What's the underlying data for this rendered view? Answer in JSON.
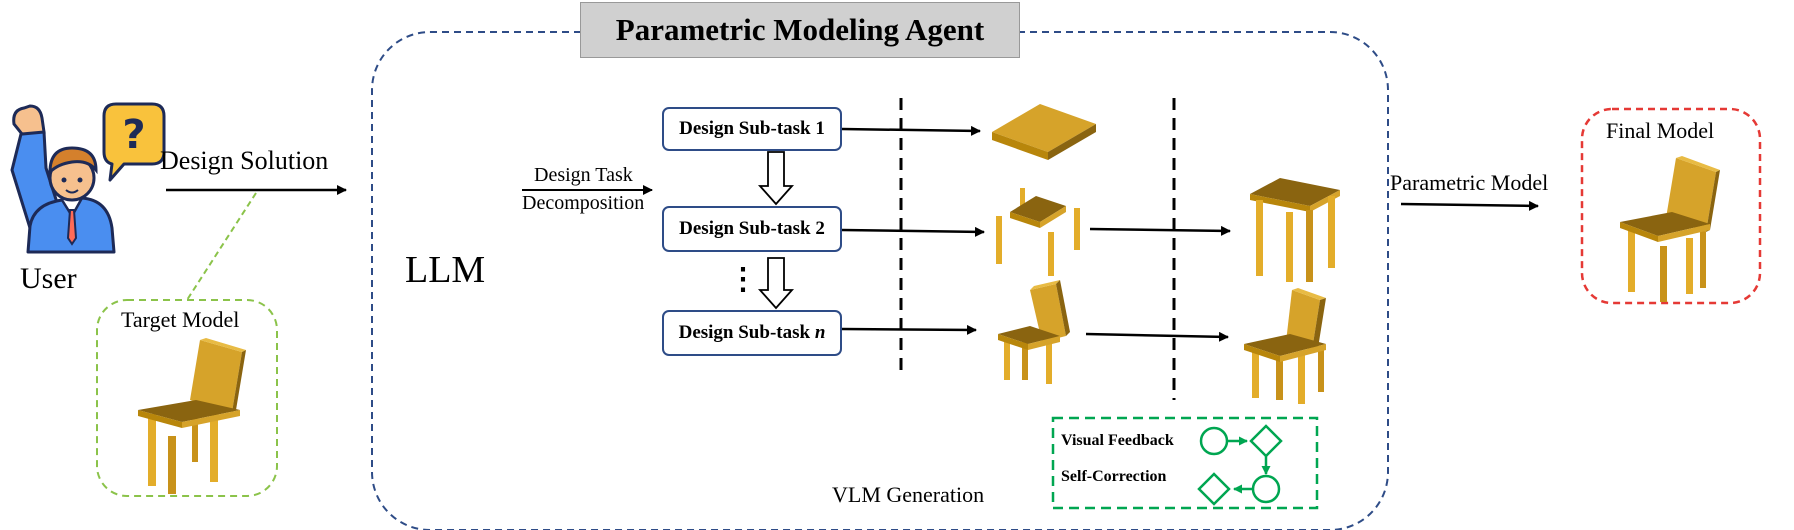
{
  "agent": {
    "title": "Parametric Modeling Agent"
  },
  "user": {
    "label": "User"
  },
  "flow": {
    "design_solution": "Design Solution",
    "target_model": "Target Model",
    "llm": "LLM",
    "decomposition_line1": "Design Task",
    "decomposition_line2": "Decomposition",
    "vlm_generation": "VLM Generation",
    "parametric_model": "Parametric Model",
    "final_model": "Final Model"
  },
  "subtasks": [
    {
      "label": "Design Sub-task 1"
    },
    {
      "label": "Design Sub-task 2"
    },
    {
      "prefix": "Design Sub-task ",
      "suffix": "n"
    }
  ],
  "ellipsis": "⋮",
  "legend": {
    "visual_feedback": "Visual Feedback",
    "self_correction": "Self-Correction"
  },
  "colors": {
    "agent_border": "#2e4c87",
    "target_border": "#8bc34a",
    "final_border": "#e53935",
    "legend_green": "#00a651",
    "chair_top": "#d6a32a",
    "chair_side": "#b8860b",
    "chair_dark": "#8a6410",
    "leg": "#e3ad2a"
  }
}
